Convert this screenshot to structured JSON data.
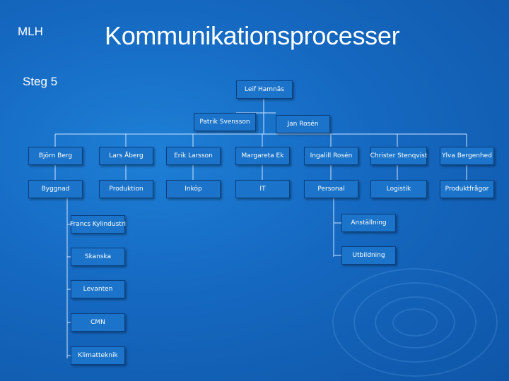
{
  "header": {
    "corner_label": "MLH",
    "title": "Kommunikationsprocesser",
    "step_label": "Steg 5"
  },
  "org": {
    "top": "Leif Hamnäs",
    "managers": [
      "Patrik Svensson",
      "Jan Rosén"
    ],
    "people": [
      "Björn Berg",
      "Lars Åberg",
      "Erik Larsson",
      "Margareta Ek",
      "Ingalill Rosén",
      "Christer Stenqvist",
      "Ylva Bergenhed"
    ],
    "departments": [
      "Byggnad",
      "Produktion",
      "Inköp",
      "IT",
      "Personal",
      "Logistik",
      "Produktfrågor"
    ],
    "left_branch": [
      "Francs Kylindustri",
      "Skanska",
      "Levanten",
      "CMN",
      "Klimatteknik"
    ],
    "right_branch": [
      "Anställning",
      "Utbildning"
    ]
  },
  "colors": {
    "background": "#1568c0",
    "box_fill": "#1b74c9",
    "box_border": "#0a3f80",
    "text": "#ffffff"
  }
}
